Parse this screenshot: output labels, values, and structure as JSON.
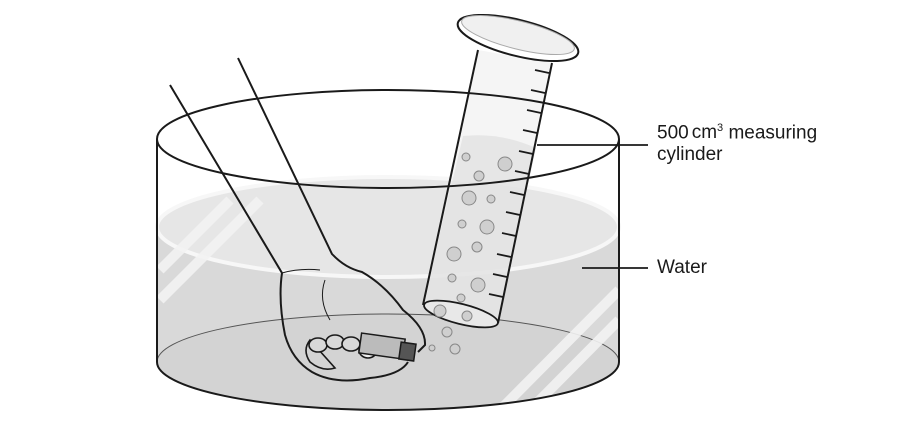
{
  "labels": {
    "cylinder_line1_prefix": "500",
    "cylinder_unit": "cm",
    "cylinder_exponent": "3",
    "cylinder_line1_suffix": "measuring",
    "cylinder_line2": "cylinder",
    "water": "Water"
  },
  "colors": {
    "water": "#d9d9d9",
    "outline": "#1a1a1a"
  }
}
